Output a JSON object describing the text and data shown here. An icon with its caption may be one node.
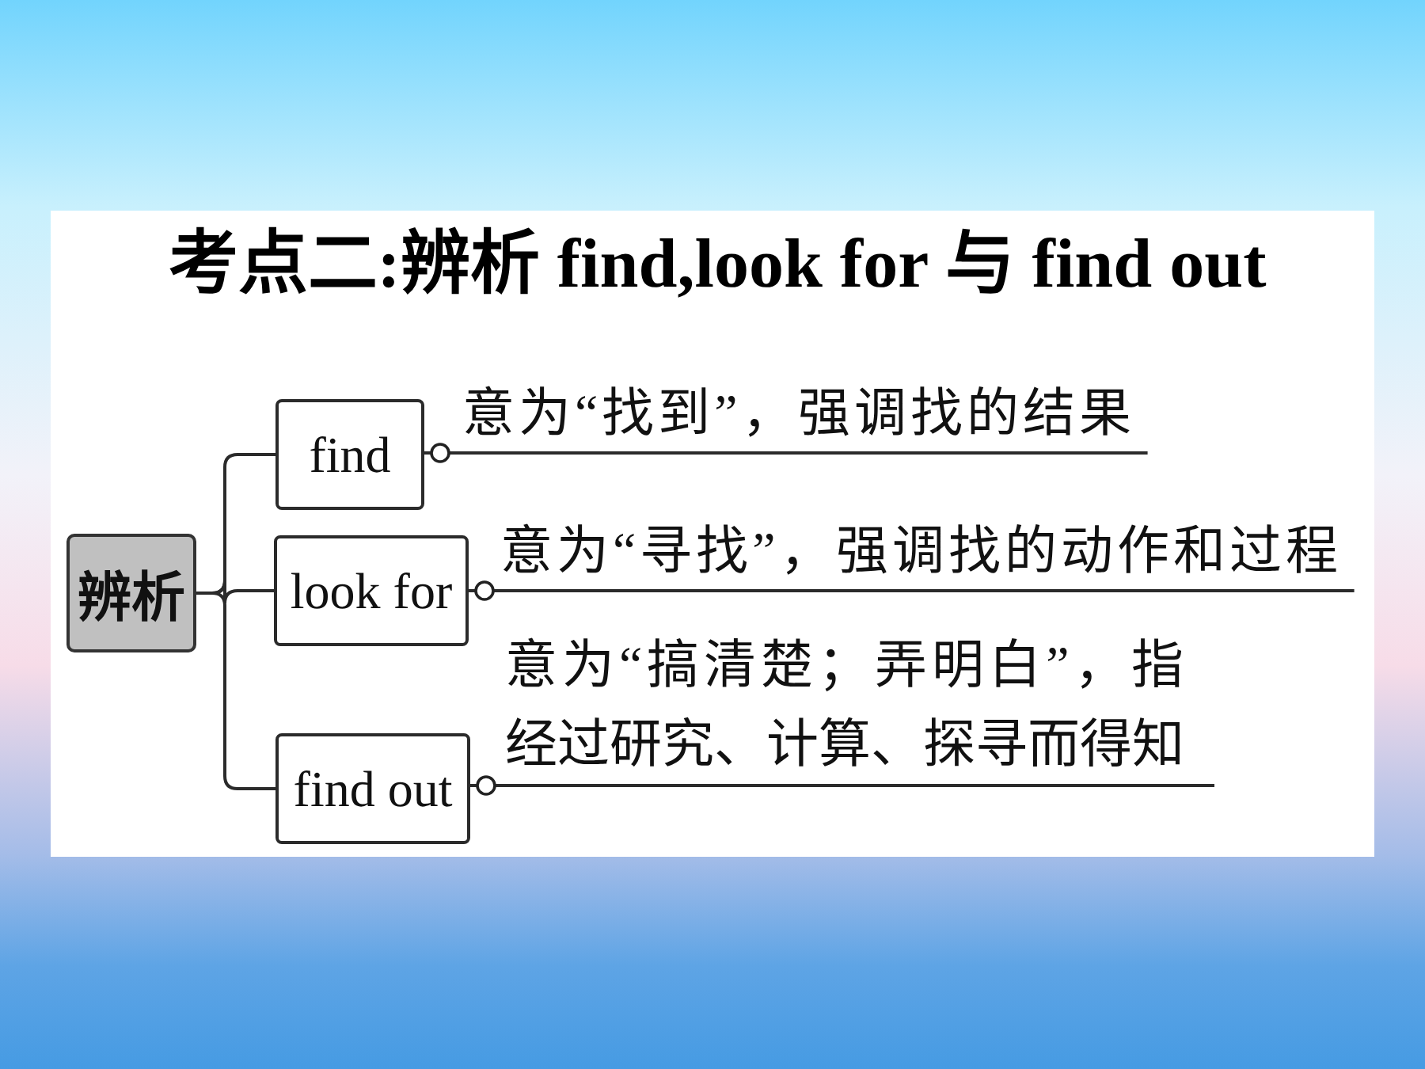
{
  "diagram": {
    "title": "考点二:辨析 find,look for 与 find out",
    "nodes": [
      {
        "text": [
          "辨析"
        ]
      },
      {
        "text": [
          "find"
        ]
      },
      {
        "text": [
          "look for"
        ]
      },
      {
        "text": [
          "find out"
        ]
      },
      {
        "text": [
          "意为“找到”，强调找的结果"
        ]
      },
      {
        "text": [
          "意为“寻找”，强调找的动作和过程"
        ]
      },
      {
        "text": [
          "意为“搞清楚；弄明白”，指经过研究、计算、探寻而得知"
        ]
      }
    ],
    "edges": [
      {
        "from": 0,
        "to": 1,
        "arrow": "none"
      },
      {
        "from": 0,
        "to": 2,
        "arrow": "none"
      },
      {
        "from": 0,
        "to": 3,
        "arrow": "none"
      },
      {
        "from": 1,
        "to": 4,
        "arrow": "other"
      },
      {
        "from": 2,
        "to": 5,
        "arrow": "other"
      },
      {
        "from": 3,
        "to": 6,
        "arrow": "other"
      }
    ]
  }
}
